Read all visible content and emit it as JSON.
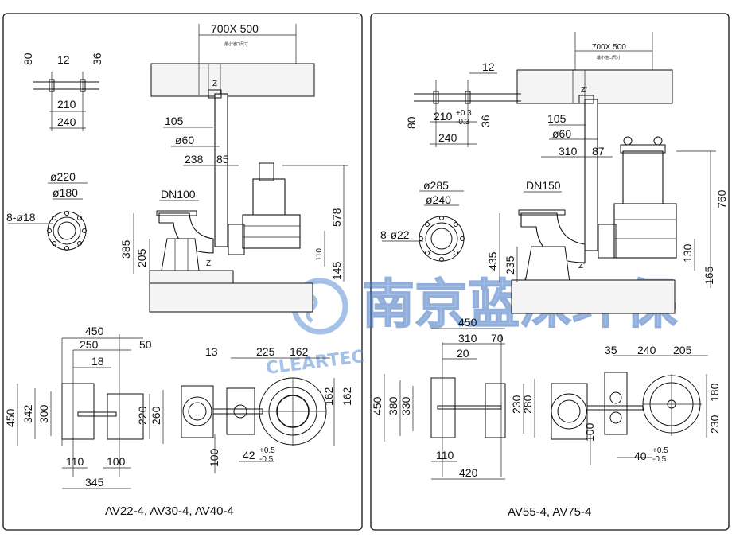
{
  "brand": {
    "cn_text": "南京蓝深环保",
    "en_text": "CLEARTEC",
    "color": "#5b8fd6"
  },
  "left_panel": {
    "caption": "AV22-4, AV30-4, AV40-4",
    "dims": {
      "d700x500": "700X 500",
      "d80": "80",
      "d12": "12",
      "d36": "36",
      "d210": "210",
      "d240": "240",
      "d105": "105",
      "dphi60": "ø60",
      "d238": "238",
      "d85": "85",
      "dphi220": "ø220",
      "dphi180": "ø180",
      "d8phi18": "8-ø18",
      "dn": "DN100",
      "d385": "385",
      "d205": "205",
      "d578": "578",
      "d110": "110",
      "d145": "145",
      "d450": "450",
      "d250": "250",
      "d50": "50",
      "d18": "18",
      "d342": "342",
      "d300": "300",
      "d220": "220",
      "d260": "260",
      "d110b": "110",
      "d100": "100",
      "d345": "345",
      "d13": "13",
      "d225": "225",
      "d162": "162",
      "d162b": "162",
      "d162c": "162",
      "d100b": "100",
      "d42": "42",
      "tol_up": "+0.5",
      "tol_dn": "-0.5",
      "z1": "Z",
      "z2": "Z"
    }
  },
  "right_panel": {
    "caption": "AV55-4, AV75-4",
    "dims": {
      "d700x500": "700X 500",
      "d12": "12",
      "d80": "80",
      "d210": "210",
      "tol_up": "+0.3",
      "tol_dn": "-0.3",
      "d36": "36",
      "d240": "240",
      "d105": "105",
      "dphi60": "ø60",
      "d310": "310",
      "d87": "87",
      "dphi285": "ø285",
      "dphi240": "ø240",
      "d8phi22": "8-ø22",
      "dn": "DN150",
      "d435": "435",
      "d235": "235",
      "d760": "760",
      "d130": "130",
      "d165": "165",
      "d450": "450",
      "d310b": "310",
      "d70": "70",
      "d20": "20",
      "d380": "380",
      "d330": "330",
      "d230": "230",
      "d280": "280",
      "d110": "110",
      "d420": "420",
      "d35": "35",
      "d240b": "240",
      "d205": "205",
      "d180": "180",
      "d230b": "230",
      "d100": "100",
      "d40": "40",
      "tol2_up": "+0.5",
      "tol2_dn": "-0.5",
      "z1": "Z'",
      "z2": "Z'"
    }
  }
}
